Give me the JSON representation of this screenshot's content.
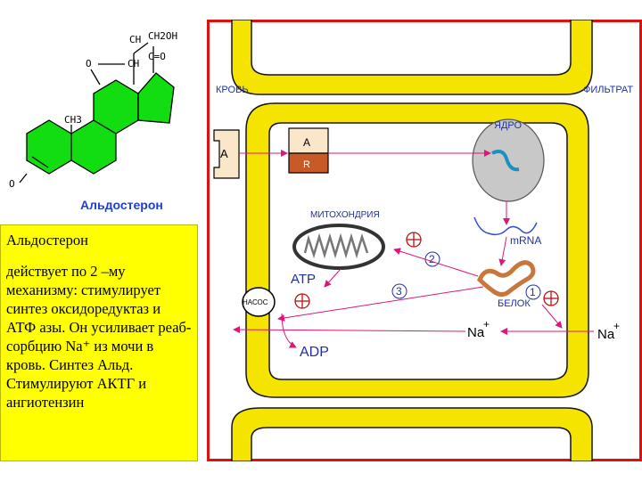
{
  "molecule": {
    "caption": "Альдостерон",
    "labels": {
      "ch_left": "CH",
      "ch2oh": "CH2OH",
      "ch_mid": "CH",
      "co": "C=O",
      "o_ald": "O",
      "ch3": "CH3",
      "o_ketone": "O"
    },
    "ring_color": "#11dd11"
  },
  "textbox": {
    "title": "Альдостерон",
    "body": "действует по 2 –му механизму: стимулирует синтез оксидоредуктаз и АТФ азы. Он усиливает реаб-сорбцию Na⁺ из мочи в кровь. Синтез Альд. Стимулируют АКТГ и ангиотензин"
  },
  "diagram": {
    "labels": {
      "blood": "КРОВЬ",
      "filtrate": "ФИЛЬТРАТ",
      "hormone_a": "A",
      "complex_a": "A",
      "complex_r": "R",
      "nucleus": "ЯДРО",
      "mitochondria": "МИТОХОНДРИЯ",
      "mrna": "mRNA",
      "atp": "ATP",
      "adp": "ADP",
      "pump": "НАСОС",
      "protein": "БЕЛОК",
      "na_cell": "Na",
      "na_filtrate": "Na",
      "plus": "+",
      "step1": "1",
      "step2": "2",
      "step3": "3"
    },
    "colors": {
      "membrane": "#f5e400",
      "membrane_border": "#141414",
      "arrow": "#e0157a",
      "frame": "#e01010",
      "complex": "#c85a28",
      "protein": "#c8773c",
      "label_blue": "#2030a0"
    }
  }
}
